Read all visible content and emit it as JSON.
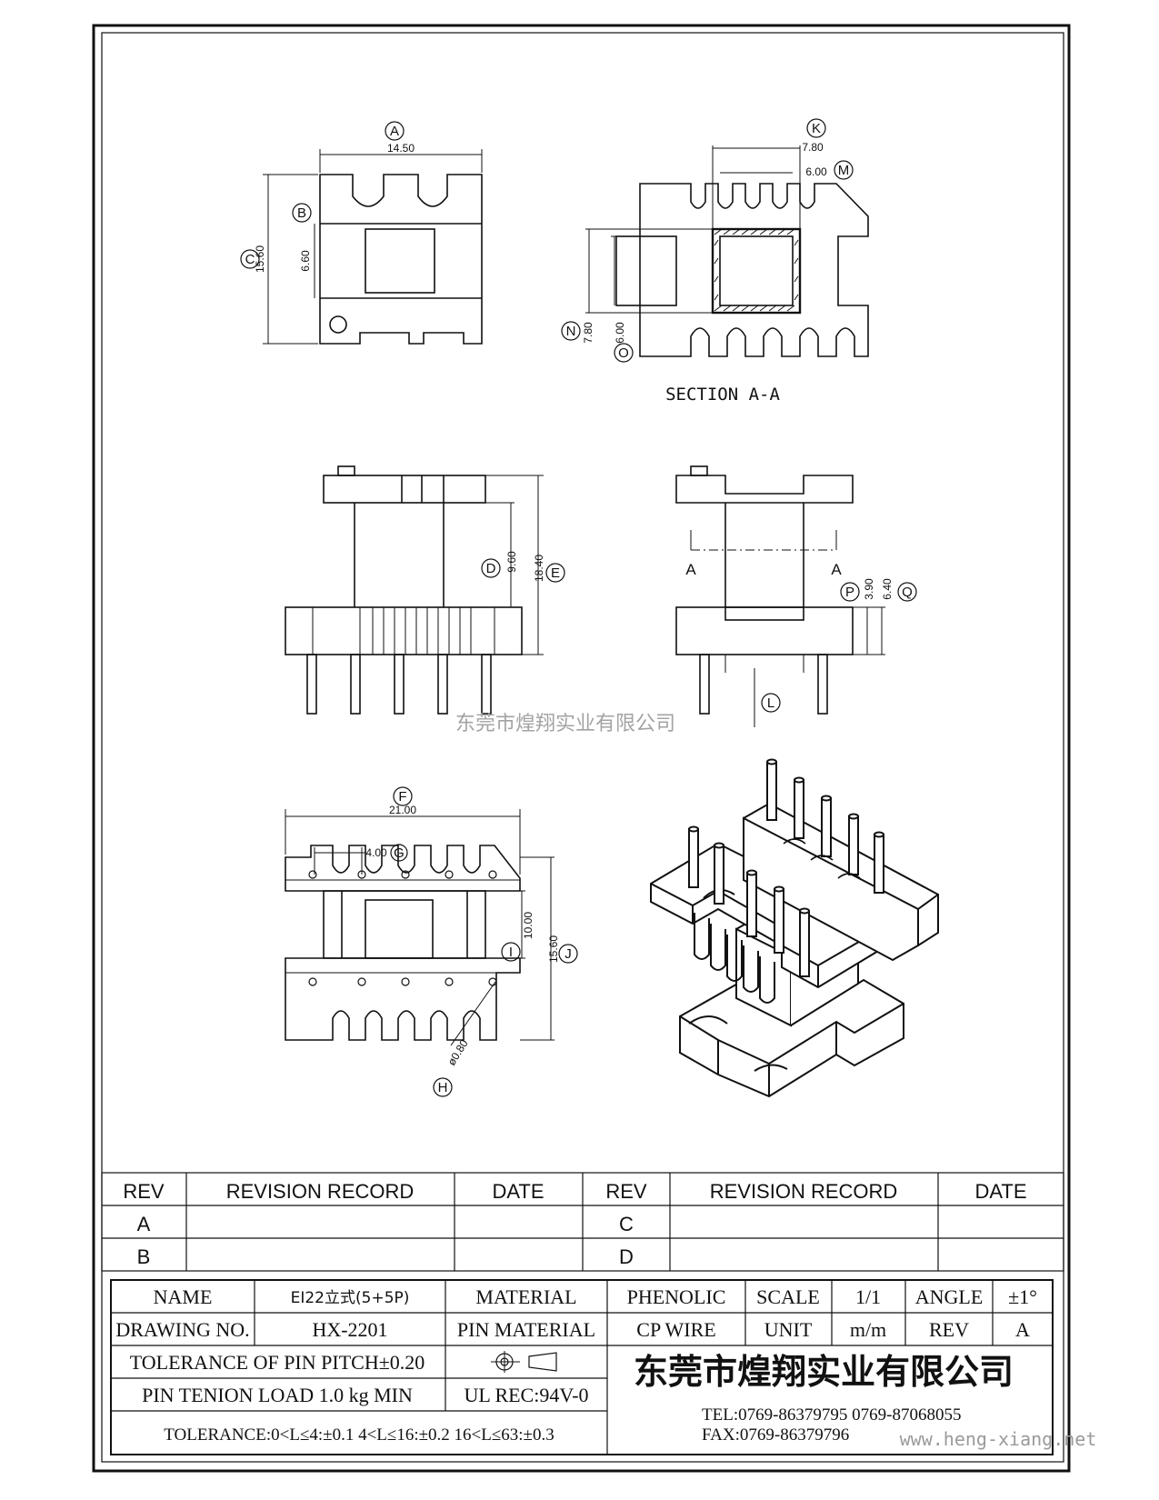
{
  "labels": {
    "A": "A",
    "B": "B",
    "C": "C",
    "D": "D",
    "E": "E",
    "F": "F",
    "G": "G",
    "H": "H",
    "I": "I",
    "J": "J",
    "K": "K",
    "L": "L",
    "M": "M",
    "N": "N",
    "O": "O",
    "P": "P",
    "Q": "Q"
  },
  "dims": {
    "A": "14.50",
    "B": "6.60",
    "C": "15.60",
    "D": "9.60",
    "E": "18.40",
    "F": "21.00",
    "G": "4.00",
    "H": "ø0.80",
    "I": "10.00",
    "J": "15.60",
    "K": "7.80",
    "M": "6.00",
    "N": "7.80",
    "O": "6.00",
    "P": "3.90",
    "Q": "6.40"
  },
  "section": {
    "title": "SECTION A-A",
    "cut_left": "A",
    "cut_right": "A"
  },
  "watermark": "东莞市煌翔实业有限公司",
  "revision_table": {
    "headers": [
      "REV",
      "REVISION RECORD",
      "DATE",
      "REV",
      "REVISION RECORD",
      "DATE"
    ],
    "rows": [
      [
        "A",
        "",
        "",
        "C",
        "",
        ""
      ],
      [
        "B",
        "",
        "",
        "D",
        "",
        ""
      ]
    ]
  },
  "title_block": {
    "name_label": "NAME",
    "name_value": "EI22立式(5+5P)",
    "material_label": "MATERIAL",
    "material_value": "PHENOLIC",
    "scale_label": "SCALE",
    "scale_value": "1/1",
    "angle_label": "ANGLE",
    "angle_value": "±1°",
    "drawing_no_label": "DRAWING NO.",
    "drawing_no_value": "HX-2201",
    "pin_material_label": "PIN MATERIAL",
    "pin_material_value": "CP WIRE",
    "unit_label": "UNIT",
    "unit_value": "m/m",
    "rev_label": "REV",
    "rev_value": "A",
    "tolerance_pitch": "TOLERANCE OF PIN PITCH±0.20",
    "pin_tension": "PIN TENION LOAD   1.0 kg MIN",
    "ul_rec": "UL REC:94V-0",
    "tolerance_ranges": "TOLERANCE:0<L≤4:±0.1  4<L≤16:±0.2  16<L≤63:±0.3",
    "company": "东莞市煌翔实业有限公司",
    "tel": "TEL:0769-86379795    0769-87068055",
    "fax": "FAX:0769-86379796"
  },
  "website": "www.heng-xiang.net"
}
